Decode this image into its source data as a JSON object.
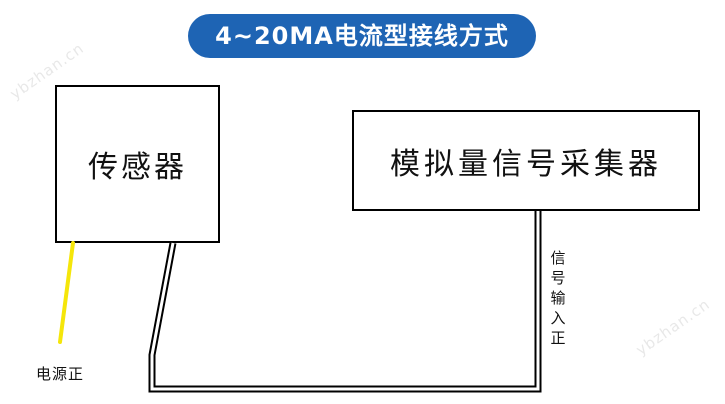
{
  "title": "4~20MA电流型接线方式",
  "sensor_label": "传感器",
  "collector_label": "模拟量信号采集器",
  "power_label": "电源正",
  "signal_label": "信号输入正",
  "watermark": "ybzhan.cn",
  "colors": {
    "title_bg": "#1e64b4",
    "power_wire": "#f5e60a",
    "signal_wire": "#000000"
  }
}
